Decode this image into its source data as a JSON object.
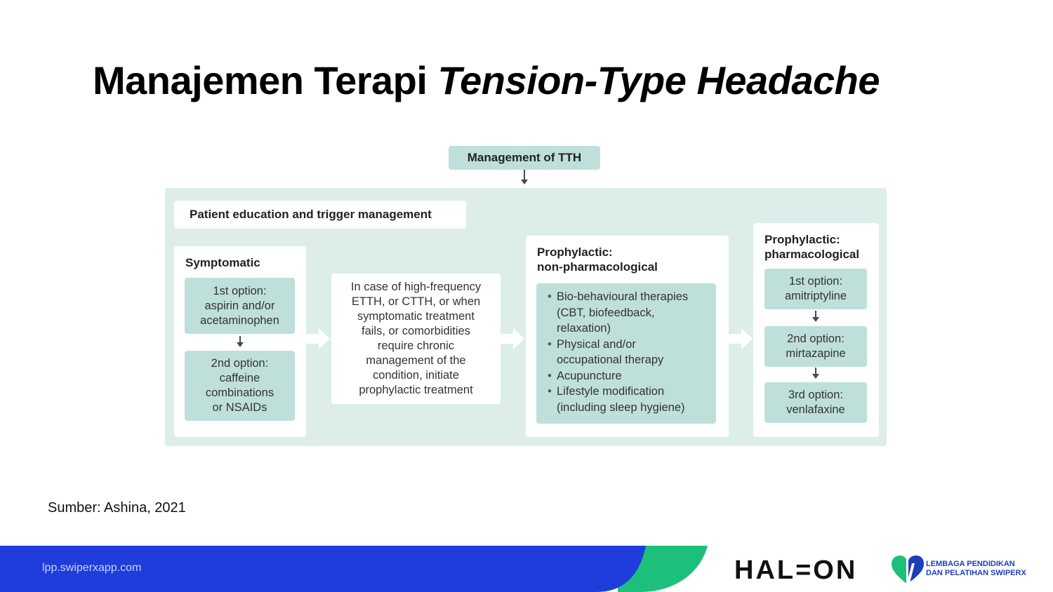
{
  "slide": {
    "title_plain": "Manajemen Terapi ",
    "title_italic": "Tension-Type Headache",
    "source": "Sumber: Ashina, 2021"
  },
  "diagram": {
    "top": "Management of TTH",
    "education": "Patient education and trigger management",
    "symptomatic": {
      "heading": "Symptomatic",
      "option1": "1st option:\naspirin and/or\nacetaminophen",
      "option2": "2nd option:\ncaffeine\ncombinations\nor NSAIDs"
    },
    "transition": "In case of high-frequency\nETTH, or CTTH, or when\nsymptomatic treatment\nfails, or comorbidities\nrequire chronic\nmanagement of the\ncondition, initiate\nprophylactic treatment",
    "non_pharmacological": {
      "heading": "Prophylactic:\nnon-pharmacological",
      "items": [
        "Bio-behavioural therapies\n(CBT, biofeedback,\nrelaxation)",
        "Physical and/or\noccupational  therapy",
        "Acupuncture",
        "Lifestyle modification\n(including sleep hygiene)"
      ]
    },
    "pharmacological": {
      "heading": "Prophylactic:\npharmacological",
      "option1": "1st option:\namitriptyline",
      "option2": "2nd option:\nmirtazapine",
      "option3": "3rd option:\nvenlafaxine"
    }
  },
  "footer": {
    "url": "lpp.swiperxapp.com",
    "brand": "HAL=ON",
    "org_line1": "LEMBAGA PENDIDIKAN",
    "org_line2": "DAN PELATIHAN SWIPERX"
  },
  "colors": {
    "box_teal": "#bfe0da",
    "panel_bg": "#ddeeea",
    "footer_blue": "#1f3ddb",
    "footer_green": "#1dc07a"
  }
}
